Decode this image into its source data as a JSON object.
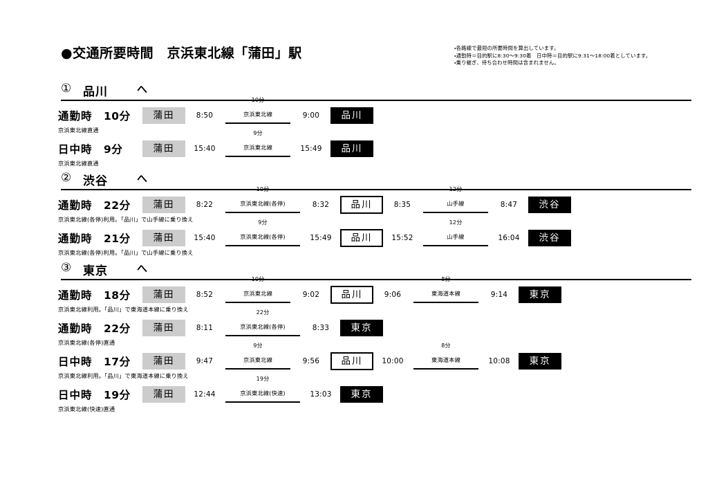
{
  "document": {
    "title": "●交通所要時間　京浜東北線「蒲田」駅",
    "notes": [
      "・各路線で最短の所要時間を算出しています。",
      "・通勤時＝目的駅に8:30〜9:30着　日中時＝目的駅に9:31〜18:00着としています。",
      "・乗り継ぎ、待ち合わせ時間は含まれません。"
    ]
  },
  "sections": [
    {
      "number": "①",
      "destination": "品川",
      "suffix": "へ",
      "routes": [
        {
          "period": "通勤時",
          "total": "10分",
          "note": "京浜東北線直通",
          "origin": "蒲田",
          "depart": "8:50",
          "legs": [
            {
              "duration": "10分",
              "line": "京浜東北線",
              "arrive": "9:00",
              "station": "品川",
              "station_type": "dest"
            }
          ]
        },
        {
          "period": "日中時",
          "total": "9分",
          "note": "京浜東北線直通",
          "origin": "蒲田",
          "depart": "15:40",
          "legs": [
            {
              "duration": "9分",
              "line": "京浜東北線",
              "arrive": "15:49",
              "station": "品川",
              "station_type": "dest"
            }
          ]
        }
      ]
    },
    {
      "number": "②",
      "destination": "渋谷",
      "suffix": "へ",
      "routes": [
        {
          "period": "通勤時",
          "total": "22分",
          "note": "京浜東北線(各停)利用。「品川」で山手線に乗り換え",
          "origin": "蒲田",
          "depart": "8:22",
          "legs": [
            {
              "duration": "10分",
              "line": "京浜東北線(各停)",
              "arrive": "8:32",
              "station": "品川",
              "station_type": "transfer",
              "next_depart": "8:35"
            },
            {
              "duration": "12分",
              "line": "山手線",
              "arrive": "8:47",
              "station": "渋谷",
              "station_type": "dest"
            }
          ]
        },
        {
          "period": "通勤時",
          "total": "21分",
          "note": "京浜東北線(各停)利用。「品川」で山手線に乗り換え",
          "origin": "蒲田",
          "depart": "15:40",
          "legs": [
            {
              "duration": "9分",
              "line": "京浜東北線(各停)",
              "arrive": "15:49",
              "station": "品川",
              "station_type": "transfer",
              "next_depart": "15:52"
            },
            {
              "duration": "12分",
              "line": "山手線",
              "arrive": "16:04",
              "station": "渋谷",
              "station_type": "dest"
            }
          ]
        }
      ]
    },
    {
      "number": "③",
      "destination": "東京",
      "suffix": "へ",
      "routes": [
        {
          "period": "通勤時",
          "total": "18分",
          "note": "京浜東北線利用。「品川」で東海道本線に乗り換え",
          "origin": "蒲田",
          "depart": "8:52",
          "legs": [
            {
              "duration": "10分",
              "line": "京浜東北線",
              "arrive": "9:02",
              "station": "品川",
              "station_type": "transfer",
              "next_depart": "9:06"
            },
            {
              "duration": "8分",
              "line": "東海道本線",
              "arrive": "9:14",
              "station": "東京",
              "station_type": "dest"
            }
          ]
        },
        {
          "period": "通勤時",
          "total": "22分",
          "note": "京浜東北線(各停)直通",
          "origin": "蒲田",
          "depart": "8:11",
          "legs": [
            {
              "duration": "22分",
              "line": "京浜東北線(各停)",
              "arrive": "8:33",
              "station": "東京",
              "station_type": "dest"
            }
          ]
        },
        {
          "period": "日中時",
          "total": "17分",
          "note": "京浜東北線利用。「品川」で東海道本線に乗り換え",
          "origin": "蒲田",
          "depart": "9:47",
          "legs": [
            {
              "duration": "9分",
              "line": "京浜東北線",
              "arrive": "9:56",
              "station": "品川",
              "station_type": "transfer",
              "next_depart": "10:00"
            },
            {
              "duration": "8分",
              "line": "東海道本線",
              "arrive": "10:08",
              "station": "東京",
              "station_type": "dest"
            }
          ]
        },
        {
          "period": "日中時",
          "total": "19分",
          "note": "京浜東北線(快速)直通",
          "origin": "蒲田",
          "depart": "12:44",
          "legs": [
            {
              "duration": "19分",
              "line": "京浜東北線(快速)",
              "arrive": "13:03",
              "station": "東京",
              "station_type": "dest"
            }
          ]
        }
      ]
    }
  ]
}
